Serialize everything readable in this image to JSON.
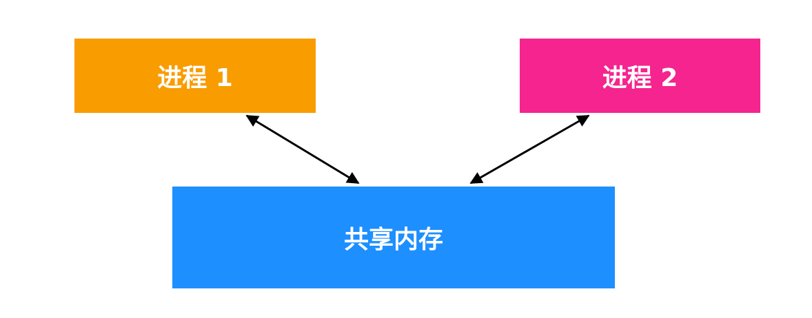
{
  "nodes": {
    "process1": {
      "label": "进程 1",
      "color": "#F89C00"
    },
    "process2": {
      "label": "进程 2",
      "color": "#F5248F"
    },
    "shared_memory": {
      "label": "共享内存",
      "color": "#1E8FFF"
    }
  },
  "edges": [
    {
      "from": "process1",
      "to": "shared_memory",
      "direction": "bidirectional"
    },
    {
      "from": "process2",
      "to": "shared_memory",
      "direction": "bidirectional"
    }
  ]
}
